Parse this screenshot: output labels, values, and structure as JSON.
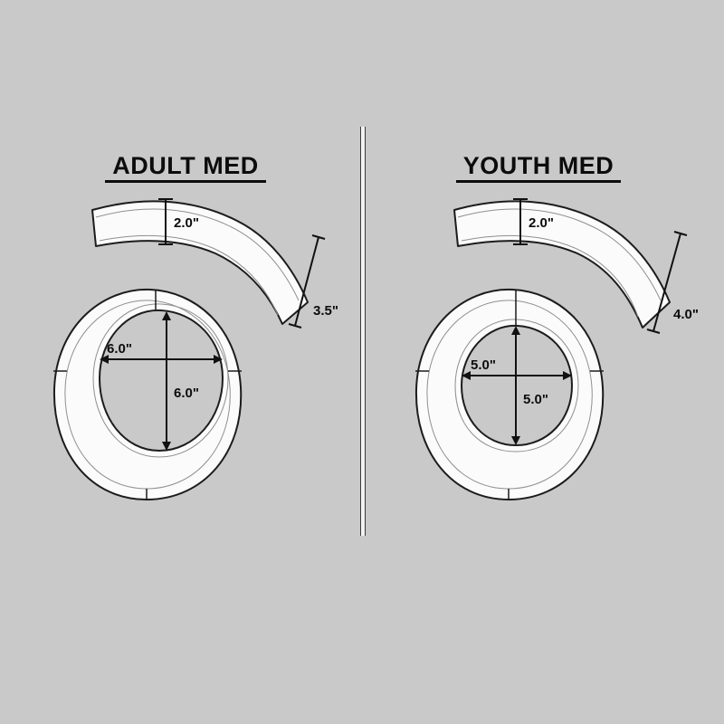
{
  "background_color": "#c9c9c9",
  "line_color": "#1c1c1c",
  "panels": [
    {
      "id": "adult-med",
      "title": "ADULT MED",
      "band_thickness": "2.0\"",
      "band_end_width": "3.5\"",
      "opening_width": "6.0\"",
      "opening_height": "6.0\""
    },
    {
      "id": "youth-med",
      "title": "YOUTH MED",
      "band_thickness": "2.0\"",
      "band_end_width": "4.0\"",
      "opening_width": "5.0\"",
      "opening_height": "5.0\""
    }
  ]
}
